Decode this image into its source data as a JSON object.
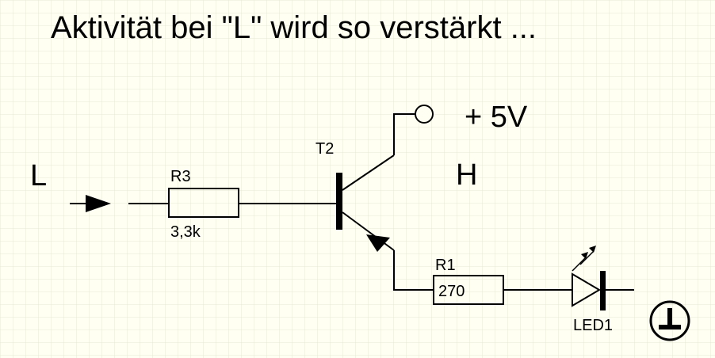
{
  "title": "Aktivität bei \"L\" wird so verstärkt ...",
  "labels": {
    "input": "L",
    "supply": "+ 5V",
    "output": "H"
  },
  "components": {
    "r3": {
      "ref": "R3",
      "value": "3,3k"
    },
    "t2": {
      "ref": "T2"
    },
    "r1": {
      "ref": "R1",
      "value": "270"
    },
    "led": {
      "ref": "LED1"
    }
  },
  "colors": {
    "background": "#fffff2",
    "grid": "#e8e8d8",
    "ink": "#000000"
  }
}
